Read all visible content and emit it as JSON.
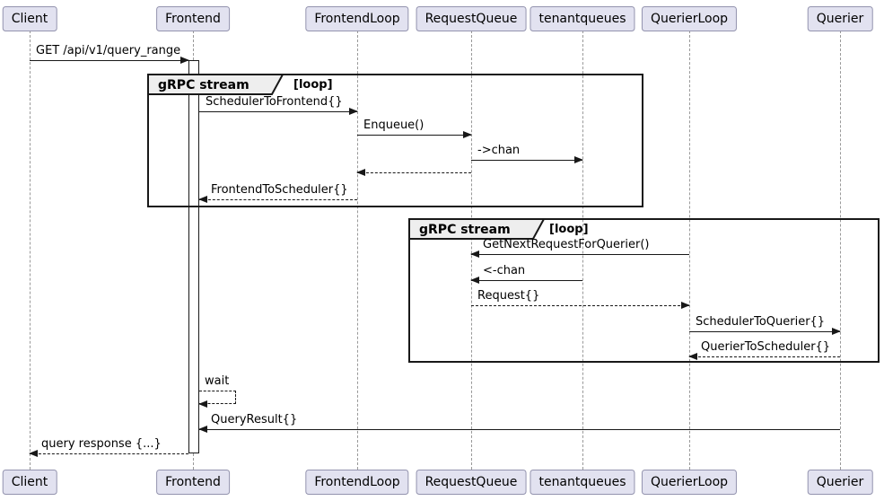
{
  "diagram_type": "sequence",
  "participants": [
    {
      "label": "Client"
    },
    {
      "label": "Frontend"
    },
    {
      "label": "FrontendLoop"
    },
    {
      "label": "RequestQueue"
    },
    {
      "label": "tenantqueues"
    },
    {
      "label": "QuerierLoop"
    },
    {
      "label": "Querier"
    }
  ],
  "frames": [
    {
      "title": "gRPC stream",
      "condition": "[loop]"
    },
    {
      "title": "gRPC stream",
      "condition": "[loop]"
    }
  ],
  "messages": [
    {
      "label": "GET /api/v1/query_range",
      "from": "Client",
      "to": "Frontend",
      "line": "solid"
    },
    {
      "label": "SchedulerToFrontend{}",
      "from": "Frontend",
      "to": "FrontendLoop",
      "line": "solid"
    },
    {
      "label": "Enqueue()",
      "from": "FrontendLoop",
      "to": "RequestQueue",
      "line": "solid"
    },
    {
      "label": "->chan",
      "from": "RequestQueue",
      "to": "tenantqueues",
      "line": "solid"
    },
    {
      "label": "",
      "from": "RequestQueue",
      "to": "FrontendLoop",
      "line": "dashed"
    },
    {
      "label": "FrontendToScheduler{}",
      "from": "FrontendLoop",
      "to": "Frontend",
      "line": "dashed"
    },
    {
      "label": "GetNextRequestForQuerier()",
      "from": "QuerierLoop",
      "to": "RequestQueue",
      "line": "solid"
    },
    {
      "label": "<-chan",
      "from": "tenantqueues",
      "to": "RequestQueue",
      "line": "solid"
    },
    {
      "label": "Request{}",
      "from": "RequestQueue",
      "to": "QuerierLoop",
      "line": "dashed"
    },
    {
      "label": "SchedulerToQuerier{}",
      "from": "QuerierLoop",
      "to": "Querier",
      "line": "solid"
    },
    {
      "label": "QuerierToScheduler{}",
      "from": "Querier",
      "to": "QuerierLoop",
      "line": "dashed"
    },
    {
      "label": "wait",
      "from": "Frontend",
      "to": "Frontend",
      "line": "dashed"
    },
    {
      "label": "QueryResult{}",
      "from": "Querier",
      "to": "Frontend",
      "line": "solid"
    },
    {
      "label": "query response {...}",
      "from": "Frontend",
      "to": "Client",
      "line": "dashed"
    }
  ],
  "colors": {
    "background": "#FFFFFF",
    "participant_fill": "#E2E2F0",
    "participant_border": "#9393AE",
    "frame_border": "#181818",
    "frame_label_fill": "#EEEEEE",
    "message_line": "#181818",
    "lifeline": "#999999",
    "text": "#000000"
  }
}
